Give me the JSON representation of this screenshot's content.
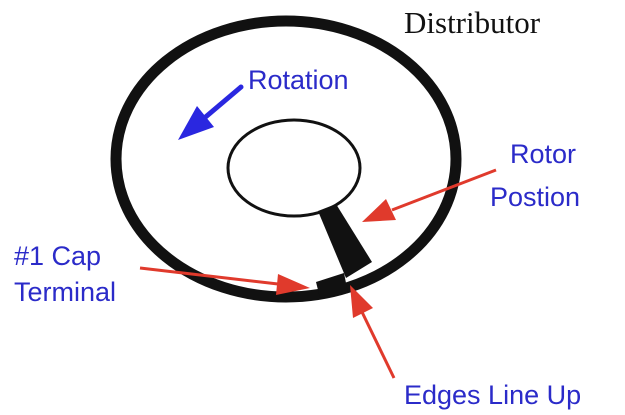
{
  "title": "Distributor",
  "labels": {
    "rotation": "Rotation",
    "rotor_line1": "Rotor",
    "rotor_line2": "Postion",
    "cap_line1": "#1 Cap",
    "cap_line2": "Terminal",
    "edges": "Edges Line Up"
  },
  "colors": {
    "label_blue": "#2b2bc9",
    "arrow_red": "#e03a2c",
    "rotation_arrow_blue": "#2a27e0",
    "outline_black": "#111111"
  }
}
